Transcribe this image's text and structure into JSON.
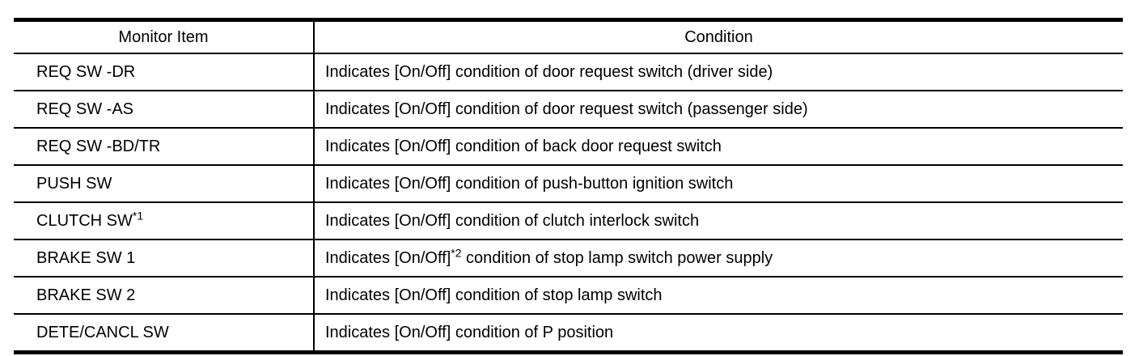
{
  "page": {
    "background_color": "#ffffff",
    "border_color": "#000000",
    "text_color": "#000000"
  },
  "table": {
    "headers": [
      {
        "label": "Monitor Item"
      },
      {
        "label": "Condition"
      }
    ],
    "rows": [
      {
        "item": "REQ SW -DR",
        "condition": "Indicates [On/Off] condition of door request switch (driver side)"
      },
      {
        "item": "REQ SW -AS",
        "condition": "Indicates [On/Off] condition of door request switch (passenger side)"
      },
      {
        "item": "REQ SW -BD/TR",
        "condition": "Indicates [On/Off] condition of back door request switch"
      },
      {
        "item": "PUSH SW",
        "condition": "Indicates [On/Off] condition of push-button ignition switch"
      },
      {
        "item": "CLUTCH SW",
        "item_sup": "*1",
        "condition": "Indicates [On/Off] condition of clutch interlock switch"
      },
      {
        "item": "BRAKE SW 1",
        "condition": "Indicates [On/Off]",
        "condition_sup": "*2",
        "condition_post": " condition of stop lamp switch power supply"
      },
      {
        "item": "BRAKE SW 2",
        "condition": "Indicates [On/Off] condition of stop lamp switch"
      },
      {
        "item": "DETE/CANCL SW",
        "condition": "Indicates [On/Off] condition of P position"
      }
    ]
  }
}
